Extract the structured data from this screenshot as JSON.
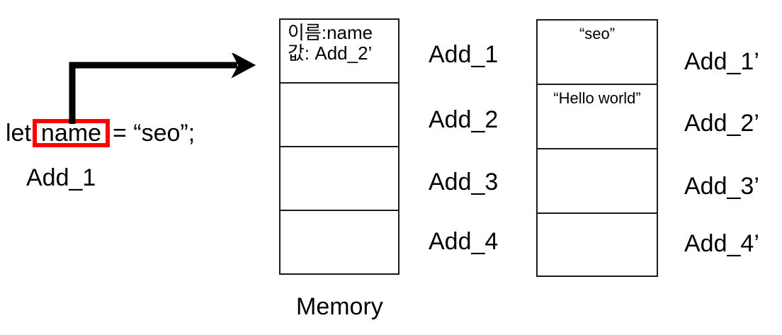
{
  "code": {
    "keyword": "let",
    "highlighted_variable": "name",
    "tail": "= “seo”;",
    "highlight_color": "#FF0000",
    "address_label": "Add_1"
  },
  "arrow": {
    "icon": "elbow-arrow-right-icon",
    "from": "highlighted-variable",
    "to": "memory-left-cell-1"
  },
  "memory_left": {
    "caption": "Memory",
    "cells": [
      {
        "lines": [
          "이름:name",
          "값: Add_2’"
        ],
        "address": "Add_1"
      },
      {
        "lines": [],
        "address": "Add_2"
      },
      {
        "lines": [],
        "address": "Add_3"
      },
      {
        "lines": [],
        "address": "Add_4"
      }
    ]
  },
  "memory_right": {
    "cells": [
      {
        "value": "“seo”",
        "address": "Add_1’"
      },
      {
        "value": "“Hello world”",
        "address": "Add_2’"
      },
      {
        "value": "",
        "address": "Add_3’"
      },
      {
        "value": "",
        "address": "Add_4’"
      }
    ]
  },
  "colors": {
    "stroke": "#1a1a1a",
    "accent": "#FF0000",
    "background": "#FFFFFF"
  }
}
